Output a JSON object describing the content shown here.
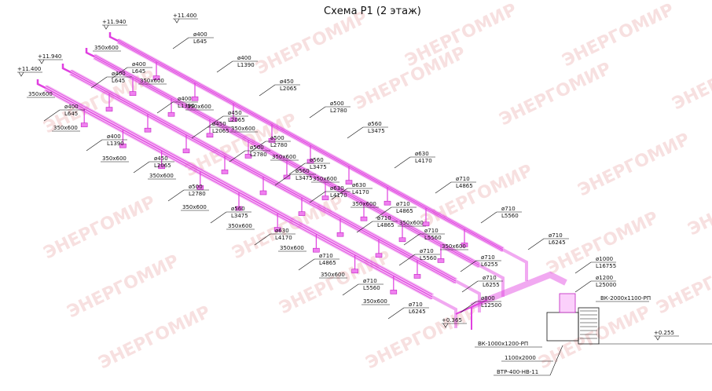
{
  "title": "Схема Р1 (2 этаж)",
  "watermark_text": "ЭНЕРГОМИР",
  "level_marks": [
    "+11.940",
    "+11.400",
    "+11.940",
    "+11.400",
    "+0.365",
    "+0.255"
  ],
  "equipment": {
    "inlet_top": "ВК-2000х1100-РП",
    "inlet_bottom": "ВК-1000х1200-РП",
    "unit_size": "1100х2000",
    "unit_name": "ВТР-400-НВ-11"
  },
  "duct_labels": [
    {
      "d": "ø400",
      "l": "L645"
    },
    {
      "d": "ø400",
      "l": "L645"
    },
    {
      "d": "ø400",
      "l": "L1390"
    },
    {
      "d": "ø400",
      "l": "L645"
    },
    {
      "d": "ø400",
      "l": "L1390"
    },
    {
      "d": "ø450",
      "l": "L2065"
    },
    {
      "d": "ø400",
      "l": "L645"
    },
    {
      "d": "ø400",
      "l": "L1390"
    },
    {
      "d": "ø450",
      "l": "L2065"
    },
    {
      "d": "ø500",
      "l": "L2780"
    },
    {
      "d": "ø450",
      "l": "L2065"
    },
    {
      "d": "ø500",
      "l": "L2780"
    },
    {
      "d": "ø560",
      "l": "L3475"
    },
    {
      "d": "ø450",
      "l": "L2065"
    },
    {
      "d": "ø500",
      "l": "L2780"
    },
    {
      "d": "ø560",
      "l": "L3475"
    },
    {
      "d": "ø630",
      "l": "L4170"
    },
    {
      "d": "ø500",
      "l": "L2780"
    },
    {
      "d": "ø560",
      "l": "L3475"
    },
    {
      "d": "ø630",
      "l": "L4170"
    },
    {
      "d": "ø710",
      "l": "L4865"
    },
    {
      "d": "ø560",
      "l": "L3475"
    },
    {
      "d": "ø630",
      "l": "L4170"
    },
    {
      "d": "ø710",
      "l": "L4865"
    },
    {
      "d": "ø710",
      "l": "L5560"
    },
    {
      "d": "ø630",
      "l": "L4170"
    },
    {
      "d": "ø710",
      "l": "L4865"
    },
    {
      "d": "ø710",
      "l": "L5560"
    },
    {
      "d": "ø710",
      "l": "L6245"
    },
    {
      "d": "ø710",
      "l": "L4865"
    },
    {
      "d": "ø710",
      "l": "L5560"
    },
    {
      "d": "ø710",
      "l": "L6255"
    },
    {
      "d": "ø710",
      "l": "L5560"
    },
    {
      "d": "ø710",
      "l": "L6255"
    },
    {
      "d": "ø710",
      "l": "L6245"
    },
    {
      "d": "ø800",
      "l": "L12500"
    },
    {
      "d": "ø1000",
      "l": "L16755"
    },
    {
      "d": "ø1200",
      "l": "L25000"
    }
  ],
  "grille_label": "350х600"
}
